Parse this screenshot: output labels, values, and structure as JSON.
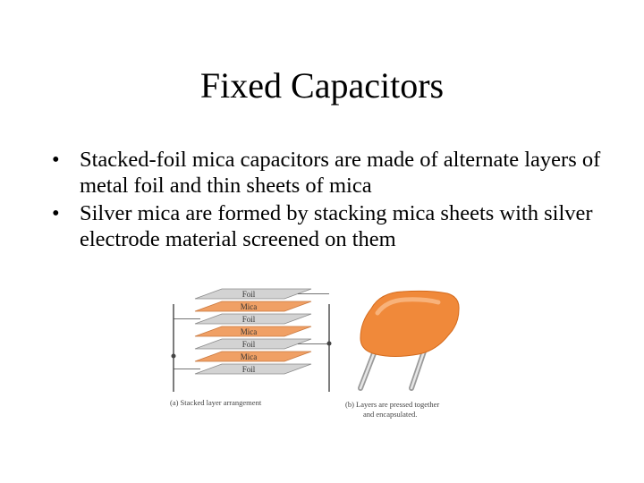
{
  "slide": {
    "title": "Fixed Capacitors",
    "bullets": [
      {
        "marker": "•",
        "text": "Stacked-foil mica capacitors are made of alternate layers of metal foil and thin sheets of mica"
      },
      {
        "marker": "•",
        "text": "Silver mica are formed by stacking mica sheets with silver electrode material screened on them"
      }
    ]
  },
  "figure": {
    "layers": [
      "Foil",
      "Mica",
      "Foil",
      "Mica",
      "Foil",
      "Mica",
      "Foil"
    ],
    "caption_a": "(a) Stacked layer arrangement",
    "caption_b_line1": "(b)  Layers are pressed together",
    "caption_b_line2": "and encapsulated.",
    "colors": {
      "foil": "#d3d3d3",
      "mica": "#f0a065",
      "encapsulation": "#f08a3a",
      "lead": "#c8c8c8",
      "wire": "#444444"
    }
  }
}
